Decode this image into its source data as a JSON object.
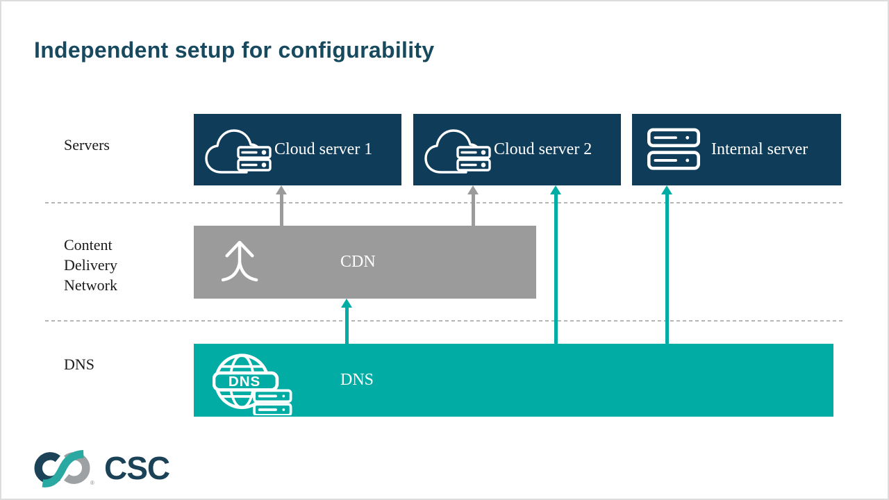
{
  "slide": {
    "title": "Independent setup for configurability",
    "background": "#ffffff"
  },
  "colors": {
    "server_box": "#0E3C59",
    "cdn_box": "#9B9B9B",
    "dns_box": "#00ACA3",
    "title_text": "#17495F",
    "row_label_text": "#1a1a1a",
    "box_text": "#ffffff",
    "dashed_line": "#b5b5b5",
    "gray_arrow": "#9B9B9B",
    "teal_arrow": "#00ACA3",
    "logo_navy": "#1B4257",
    "logo_teal": "#2AA8A2",
    "logo_gray": "#9EA1A3"
  },
  "row_labels": {
    "servers": "Servers",
    "cdn": "Content Delivery Network",
    "dns": "DNS"
  },
  "server_boxes": [
    {
      "label": "Cloud server 1",
      "icon": "cloud-server-icon"
    },
    {
      "label": "Cloud server 2",
      "icon": "cloud-server-icon"
    },
    {
      "label": "Internal server",
      "icon": "server-rack-icon"
    }
  ],
  "cdn_box": {
    "label": "CDN",
    "icon": "merge-arrows-icon"
  },
  "dns_box": {
    "label": "DNS",
    "icon": "globe-dns-icon",
    "icon_text": "DNS"
  },
  "connections": [
    {
      "from": "CDN",
      "to": "Cloud server 1",
      "color": "#9B9B9B"
    },
    {
      "from": "CDN",
      "to": "Cloud server 2",
      "color": "#9B9B9B"
    },
    {
      "from": "DNS",
      "to": "CDN",
      "color": "#00ACA3"
    },
    {
      "from": "DNS",
      "to": "Cloud server 2",
      "color": "#00ACA3"
    },
    {
      "from": "DNS",
      "to": "Internal server",
      "color": "#00ACA3"
    }
  ],
  "logo": {
    "text": "CSC",
    "registered": "®"
  }
}
